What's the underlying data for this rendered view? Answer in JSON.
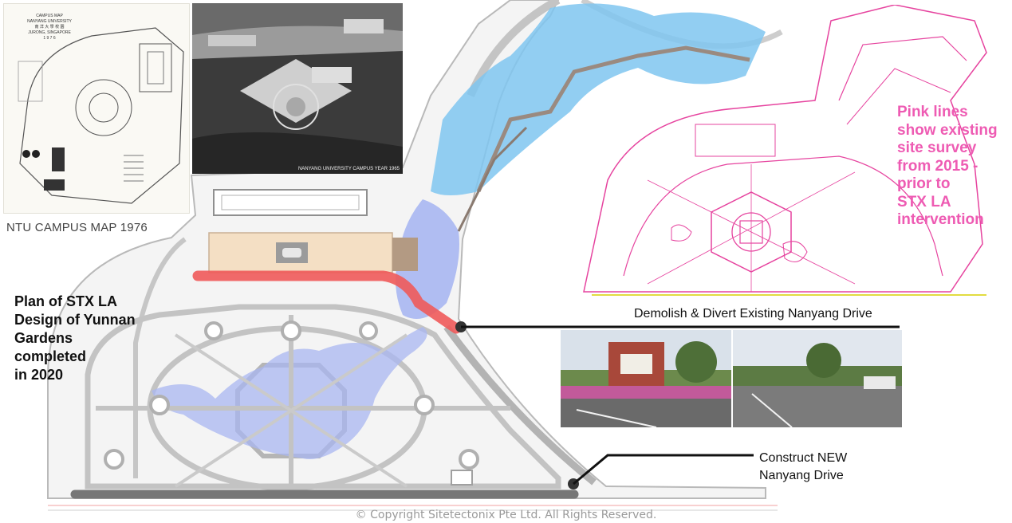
{
  "labels": {
    "map_caption": "NTU CAMPUS MAP 1976",
    "plan_caption_lines": [
      "Plan of STX LA",
      "Design of Yunnan",
      "Gardens",
      "completed",
      "in 2020"
    ],
    "pink_note_lines": [
      "Pink lines",
      "show existing",
      "site survey",
      "from 2015 -",
      "prior to",
      "STX LA",
      "intervention"
    ],
    "demolish": "Demolish & Divert Existing Nanyang Drive",
    "construct_lines": [
      "Construct NEW",
      "Nanyang Drive"
    ],
    "aerial_caption": "NANYANG UNIVERSITY CAMPUS YEAR 1965",
    "copyright": "© Copyright Sitetectonix Pte Ltd. All Rights Reserved."
  },
  "campus_map": {
    "header_lines": [
      "CAMPUS MAP",
      "NANYANG UNIVERSITY",
      "南 洋 大 學 校 園",
      "JURONG, SINGAPORE",
      "1 9 7 6"
    ]
  },
  "colors": {
    "pink_survey": "#e6449f",
    "water": "#a9b7f2",
    "water_top": "#7fc6f0",
    "red_road": "#ef5a5a",
    "grey_path": "#c9c9c9",
    "road_dark": "#777777",
    "plaza": "#f4dfc4"
  }
}
